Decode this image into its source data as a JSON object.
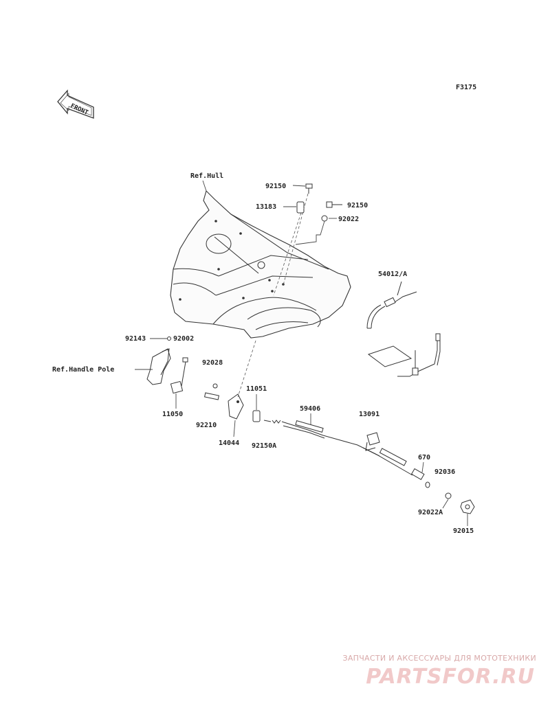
{
  "figure_code": "F3175",
  "front_label": "FRONT",
  "references": {
    "hull": "Ref.Hull",
    "handle_pole": "Ref.Handle Pole"
  },
  "parts": {
    "p92150_a": "92150",
    "p13183": "13183",
    "p92150_b": "92150",
    "p92022": "92022",
    "p54012": "54012/A",
    "p92143": "92143",
    "p92002": "92002",
    "p92028": "92028",
    "p11051": "11051",
    "p11050": "11050",
    "p92210": "92210",
    "p14044": "14044",
    "p92150A": "92150A",
    "p59406": "59406",
    "p13091": "13091",
    "p670": "670",
    "p92036": "92036",
    "p92022A": "92022A",
    "p92015": "92015"
  },
  "watermark": {
    "tagline": "ЗАПЧАСТИ И АКСЕССУАРЫ ДЛЯ МОТОТЕХНИКИ",
    "logo": "PARTSFOR.RU"
  }
}
